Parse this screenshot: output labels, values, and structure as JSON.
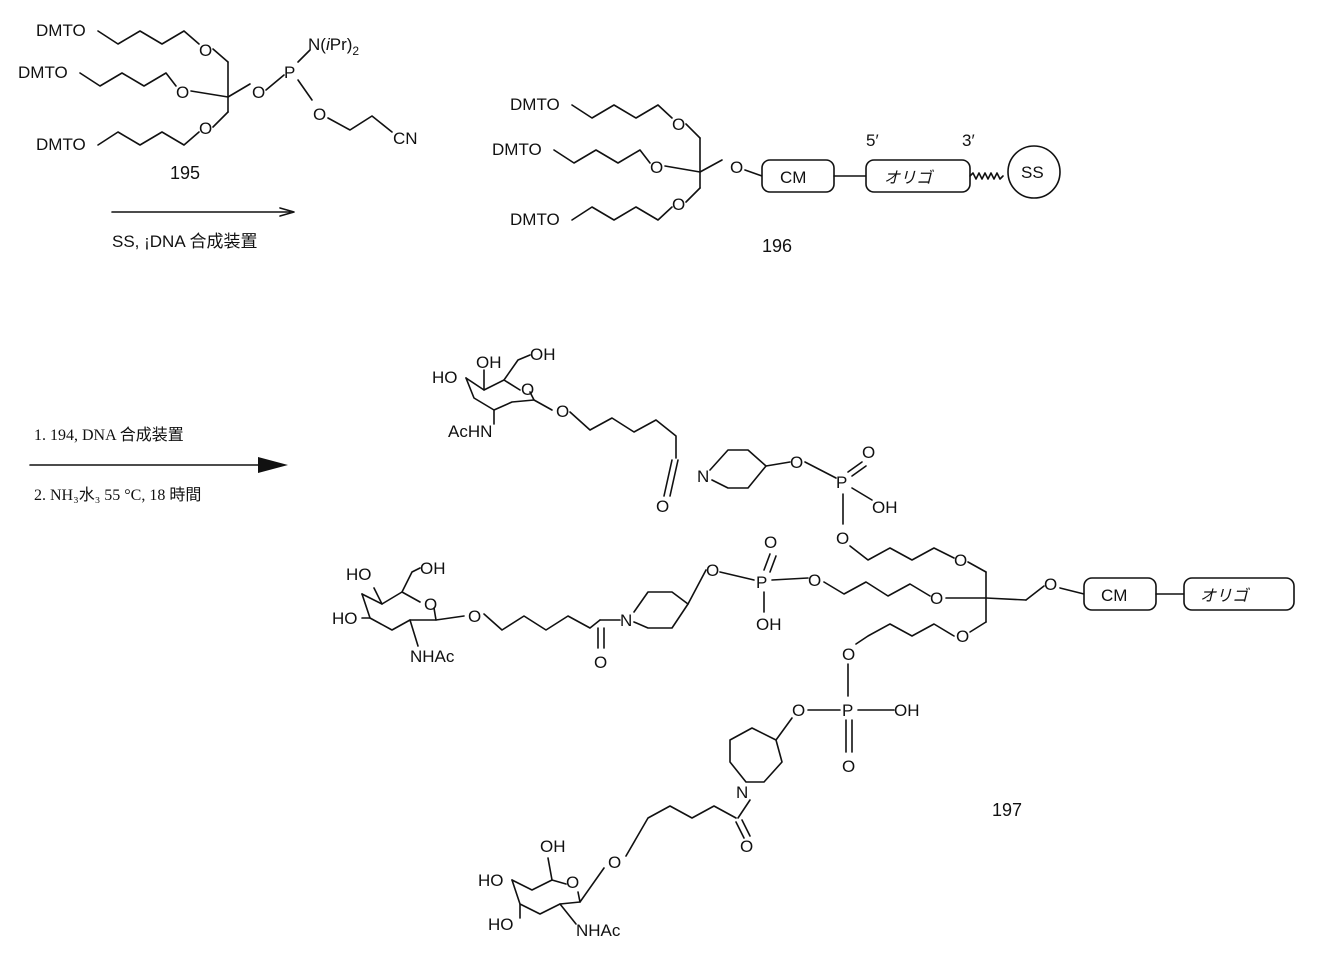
{
  "compounds": {
    "c195": {
      "number": "195",
      "dmto": "DMTO",
      "o": "O",
      "p": "P",
      "amine_n": "N(",
      "amine_i": "i",
      "amine_pr": "Pr)",
      "amine_sub": "2",
      "cn": "CN"
    },
    "c196": {
      "number": "196",
      "dmto": "DMTO",
      "o": "O",
      "cm": "CM",
      "oligo": "オリゴ",
      "five_prime": "5′",
      "three_prime": "3′",
      "ss": "SS"
    },
    "c197": {
      "number": "197",
      "oh": "OH",
      "ho": "HO",
      "o": "O",
      "n": "N",
      "p": "P",
      "achn": "AcHN",
      "nhac": "NHAc",
      "cm": "CM",
      "oligo": "オリゴ"
    }
  },
  "reactions": {
    "step1": {
      "conditions": "SS, ¡DNA 合成装置"
    },
    "step2": {
      "line1": "1. 194, DNA 合成装置",
      "line2": "2. NH₃水₃ 55 °C, 18 時間"
    }
  }
}
